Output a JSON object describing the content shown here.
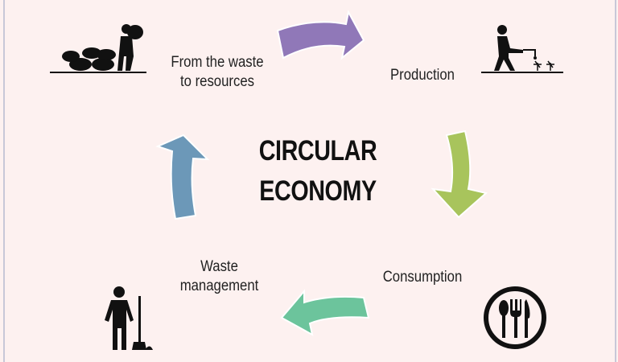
{
  "title": {
    "line1": "CIRCULAR",
    "line2": "ECONOMY"
  },
  "stages": [
    {
      "line1": "From the waste",
      "line2": "to resources",
      "icon": "person-carrying-waste-sacks-icon"
    },
    {
      "line1": "Production",
      "icon": "farmer-watering-plants-icon"
    },
    {
      "line1": "Consumption",
      "icon": "plate-cutlery-icon"
    },
    {
      "line1": "Waste",
      "line2": "management",
      "icon": "person-with-broom-icon"
    }
  ],
  "colors": {
    "background": "#fdf1f0",
    "arrow_top": "#9078b8",
    "arrow_right": "#a8c45c",
    "arrow_bottom": "#6cc49c",
    "arrow_left": "#6c98b8"
  }
}
